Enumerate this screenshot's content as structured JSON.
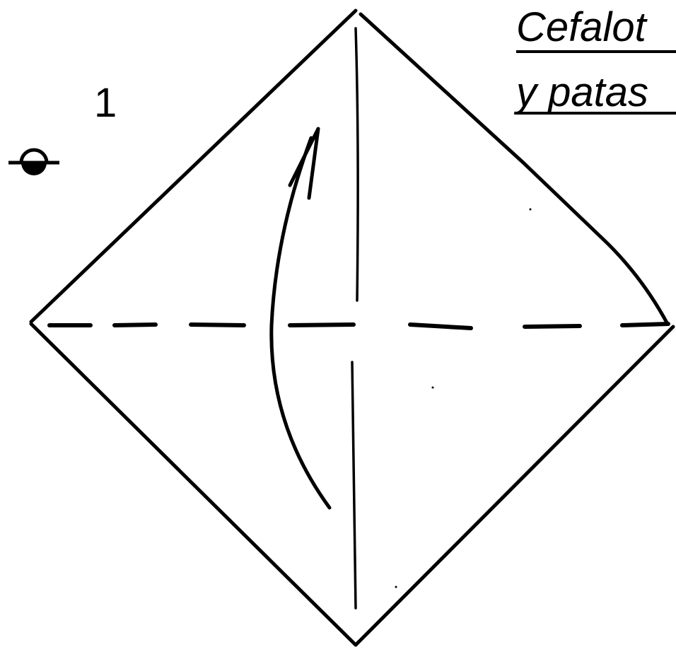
{
  "diagram": {
    "step_number": "1",
    "title_line_1": "Cefalot",
    "title_line_2": "y patas",
    "stroke_color": "#000000",
    "background_color": "#ffffff",
    "flip_symbol_icon": "turn-over-icon",
    "fold_arrow_icon": "curved-arrow-icon"
  }
}
